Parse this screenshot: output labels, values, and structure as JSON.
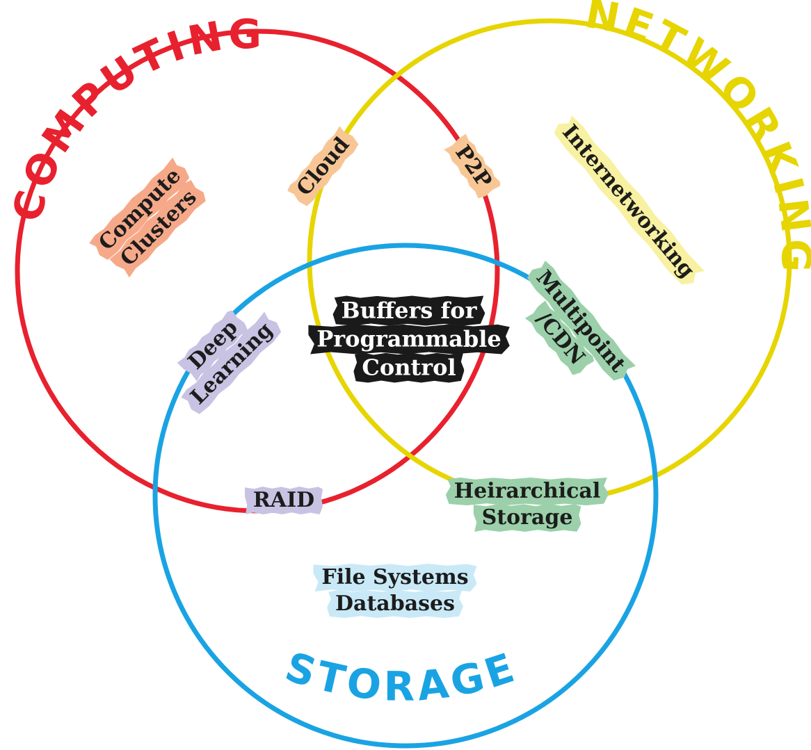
{
  "colors": {
    "computing": "#e8212e",
    "networking": "#e6d500",
    "storage": "#1aa3e3"
  },
  "regions": {
    "computing": "COMPUTING",
    "networking": "NETWORKING",
    "storage": "STORAGE"
  },
  "labels": {
    "compute_clusters": [
      "Compute",
      "Clusters"
    ],
    "cloud": [
      "Cloud"
    ],
    "p2p": [
      "P2P"
    ],
    "internetworking": [
      "Internetworking"
    ],
    "deep_learning": [
      "Deep",
      "Learning"
    ],
    "buffers": [
      "Buffers for",
      "Programmable",
      "Control"
    ],
    "multipoint": [
      "Multipoint",
      "/CDN"
    ],
    "raid": [
      "RAID"
    ],
    "hierarchical": [
      "Heirarchical",
      "Storage"
    ],
    "file_systems": [
      "File Systems",
      "Databases"
    ]
  }
}
